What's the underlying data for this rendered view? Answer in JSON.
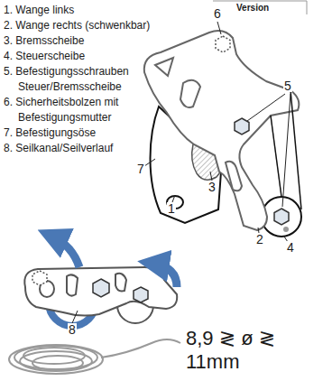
{
  "diagram": {
    "labels": [
      "1. Wange links",
      "2. Wange rechts (schwenkbar)",
      "3. Bremsscheibe",
      "4. Steuerscheibe",
      "5. Befestigungsschrauben Steuer/Bremsscheibe",
      "6. Sicherheitsbolzen mit Befestigungsmutter",
      "7. Befestigungsöse",
      "8. Seilkanal/Seilverlauf",
      "Version",
      "6",
      "5",
      "7",
      "1",
      "3",
      "2",
      "4",
      "8",
      "8,9 ≷ ø ≷ 11mm"
    ]
  }
}
